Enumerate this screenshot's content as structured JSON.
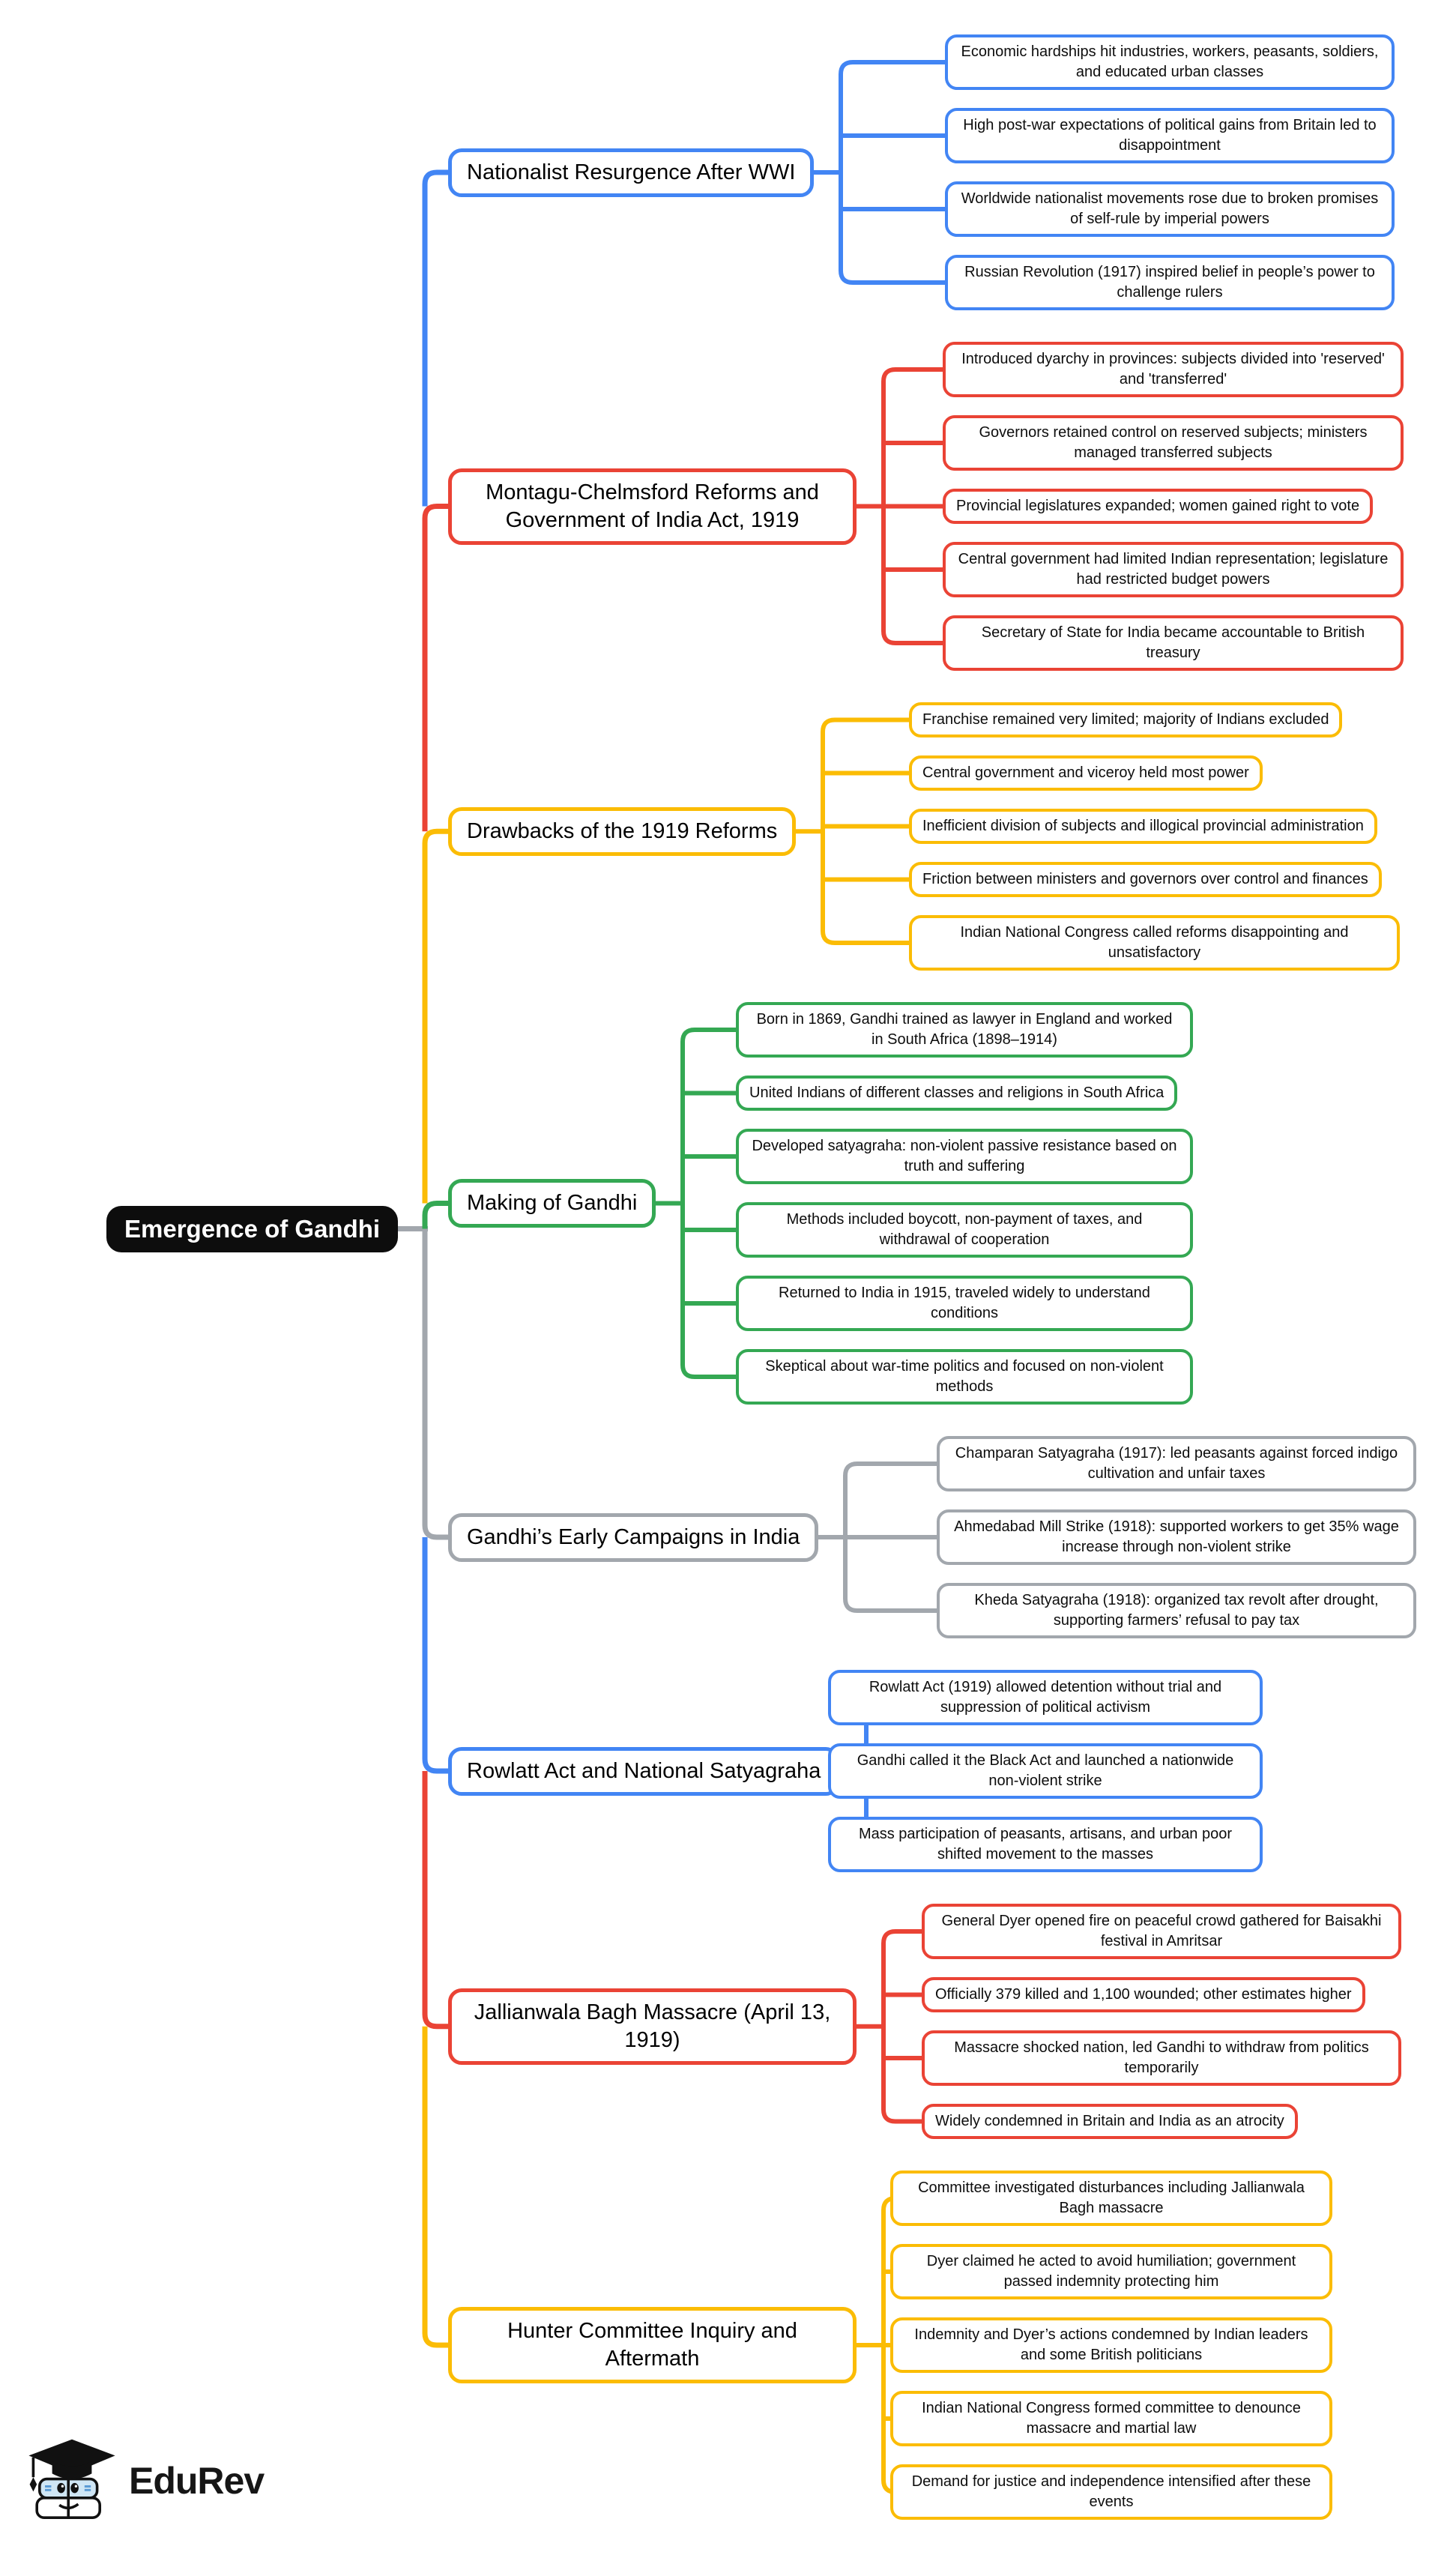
{
  "root": {
    "label": "Emergence of Gandhi"
  },
  "branches": [
    {
      "name": "nationalist-resurgence",
      "color": "#4285f4",
      "heading": "Nationalist Resurgence After WWI",
      "leaves": [
        "Economic hardships hit industries, workers, peasants, soldiers, and educated urban classes",
        "High post-war expectations of political gains from Britain led to disappointment",
        "Worldwide nationalist movements rose due to broken promises of self-rule by imperial powers",
        "Russian Revolution (1917) inspired belief in people’s power to challenge rulers"
      ]
    },
    {
      "name": "montagu-chelmsford-reforms",
      "color": "#ea4335",
      "heading": "Montagu-Chelmsford Reforms and Government of India Act, 1919",
      "leaves": [
        "Introduced dyarchy in provinces: subjects divided into 'reserved' and 'transferred'",
        "Governors retained control on reserved subjects; ministers managed transferred subjects",
        "Provincial legislatures expanded; women gained right to vote",
        "Central government had limited Indian representation; legislature had restricted budget powers",
        "Secretary of State for India became accountable to British treasury"
      ]
    },
    {
      "name": "drawbacks-1919-reforms",
      "color": "#fbbc05",
      "heading": "Drawbacks of the 1919 Reforms",
      "leaves": [
        "Franchise remained very limited; majority of Indians excluded",
        "Central government and viceroy held most power",
        "Inefficient division of subjects and illogical provincial administration",
        "Friction between ministers and governors over control and finances",
        "Indian National Congress called reforms disappointing and unsatisfactory"
      ]
    },
    {
      "name": "making-of-gandhi",
      "color": "#34a853",
      "heading": "Making of Gandhi",
      "leaves": [
        "Born in 1869, Gandhi trained as lawyer in England and worked in South Africa (1898–1914)",
        "United Indians of different classes and religions in South Africa",
        "Developed satyagraha: non-violent passive resistance based on truth and suffering",
        "Methods included boycott, non-payment of taxes, and withdrawal of cooperation",
        "Returned to India in 1915, traveled widely to understand conditions",
        "Skeptical about war-time politics and focused on non-violent methods"
      ]
    },
    {
      "name": "gandhis-early-campaigns",
      "color": "#a2a7ad",
      "heading": "Gandhi’s Early Campaigns in India",
      "leaves": [
        "Champaran Satyagraha (1917): led peasants against forced indigo cultivation and unfair taxes",
        "Ahmedabad Mill Strike (1918): supported workers to get 35% wage increase through non-violent strike",
        "Kheda Satyagraha (1918): organized tax revolt after drought, supporting farmers’ refusal to pay tax"
      ]
    },
    {
      "name": "rowlatt-act-satyagraha",
      "color": "#4285f4",
      "heading": "Rowlatt Act and National Satyagraha",
      "leaves": [
        "Rowlatt Act (1919) allowed detention without trial and suppression of political activism",
        "Gandhi called it the Black Act and launched a nationwide non-violent strike",
        "Mass participation of peasants, artisans, and urban poor shifted movement to the masses"
      ]
    },
    {
      "name": "jallianwala-bagh-massacre",
      "color": "#ea4335",
      "heading": "Jallianwala Bagh Massacre (April 13, 1919)",
      "leaves": [
        "General Dyer opened fire on peaceful crowd gathered for Baisakhi festival in Amritsar",
        "Officially 379 killed and 1,100 wounded; other estimates higher",
        "Massacre shocked nation, led Gandhi to withdraw from politics temporarily",
        "Widely condemned in Britain and India as an atrocity"
      ]
    },
    {
      "name": "hunter-committee",
      "color": "#fbbc05",
      "heading": "Hunter Committee Inquiry and Aftermath",
      "leaves": [
        "Committee investigated disturbances including Jallianwala Bagh massacre",
        "Dyer claimed he acted to avoid humiliation; government passed indemnity protecting him",
        "Indemnity and Dyer’s actions condemned by Indian leaders and some British politicians",
        "Indian National Congress formed committee to denounce massacre and martial law",
        "Demand for justice and independence intensified after these events"
      ]
    }
  ],
  "connector_colors": {
    "root_link": "#a2a7ad"
  },
  "logo": {
    "text": "EduRev"
  }
}
